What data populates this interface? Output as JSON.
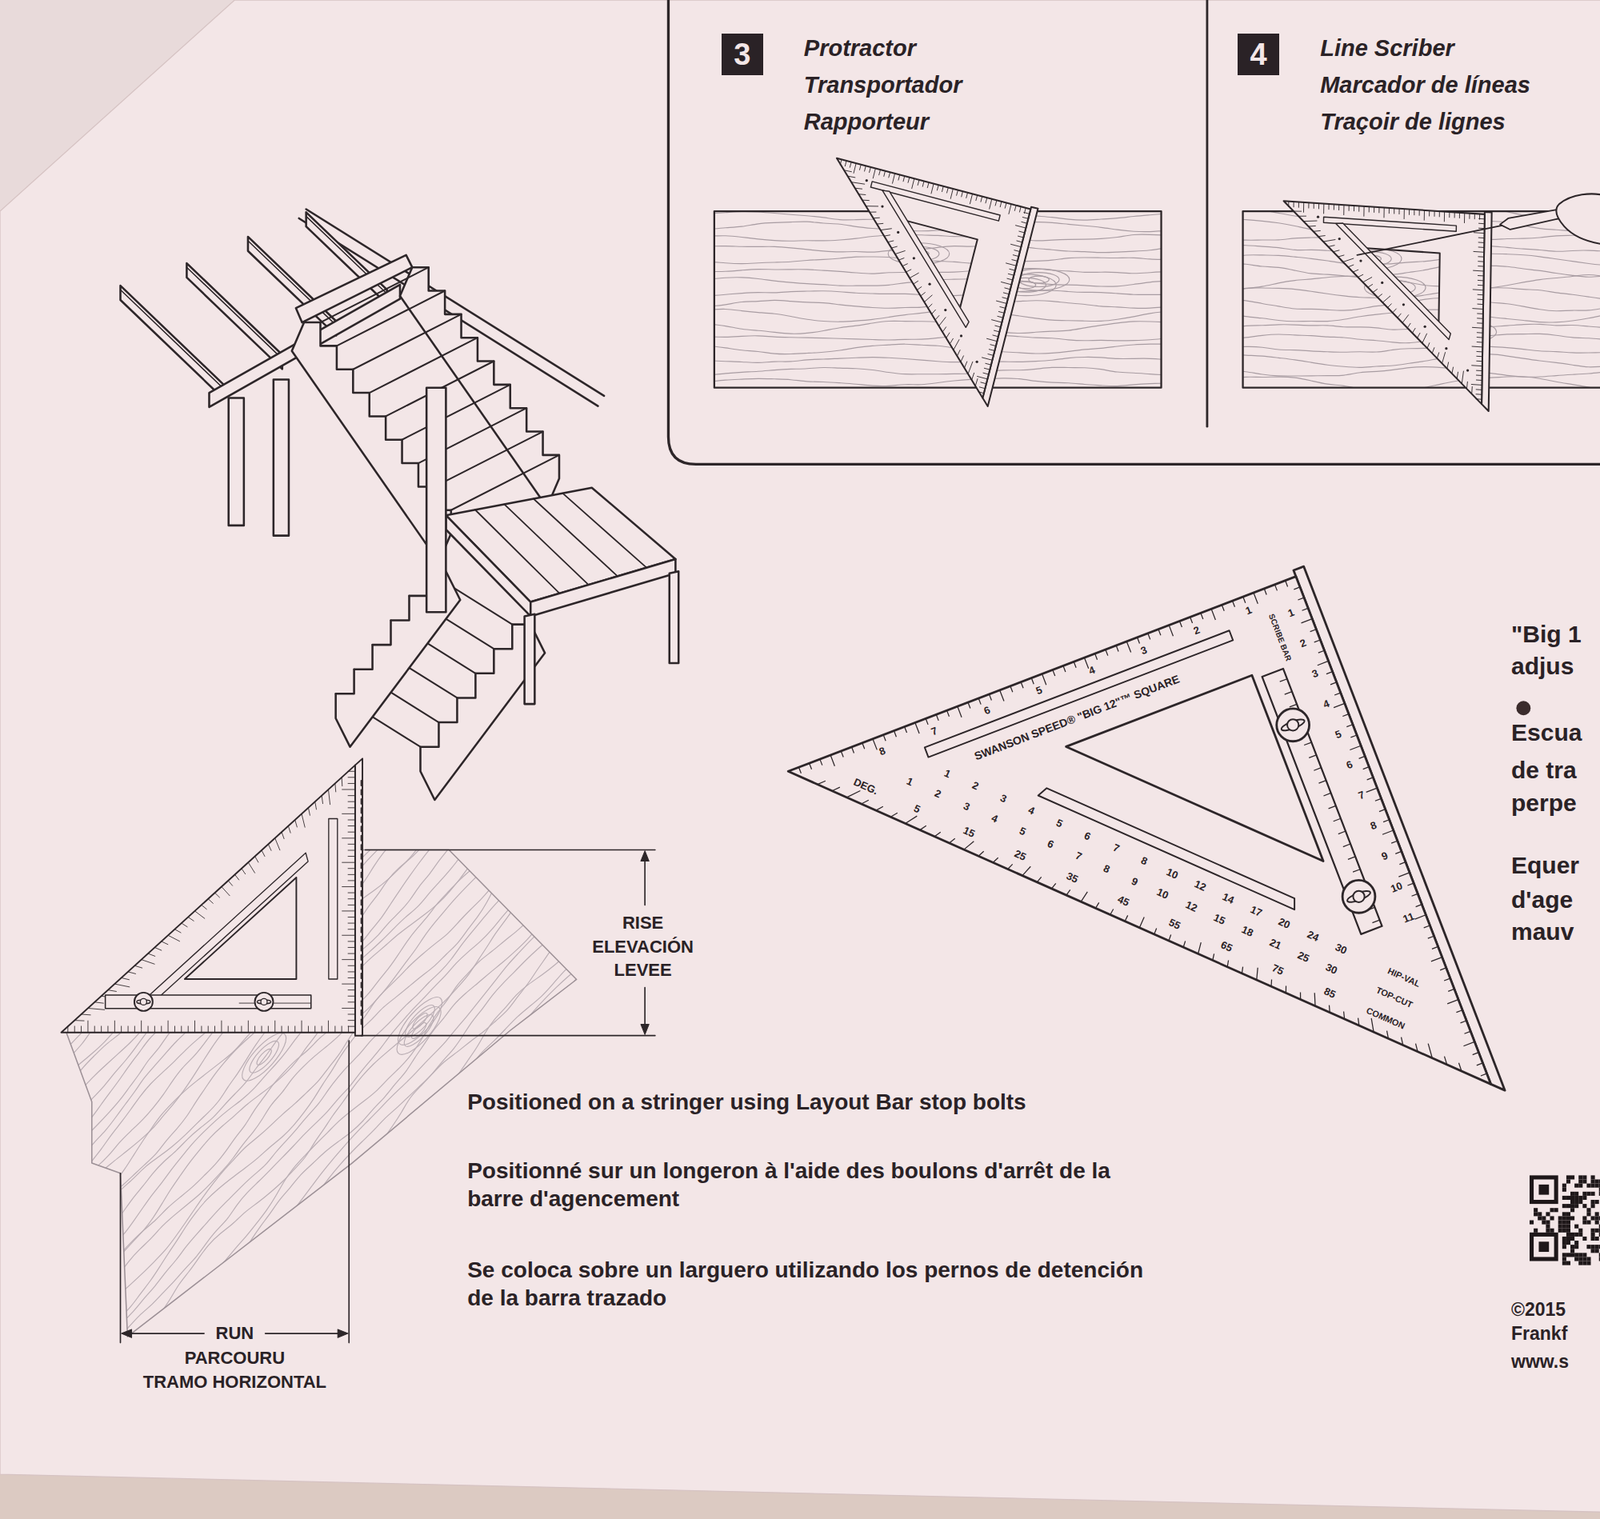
{
  "diagram": {
    "nodes": [
      {
        "text": [
          "3",
          "Protractor",
          "Transportador",
          "Rapporteur"
        ]
      },
      {
        "text": [
          "4",
          "Line Scriber",
          "Marcador de líneas",
          "Traçoir de lignes"
        ]
      }
    ],
    "labels": [
      "\"Big 1",
      "adjus",
      "Escua",
      "de tra",
      "perpe",
      "Equer",
      "d'age",
      "mauv",
      "©2015",
      "Frankf",
      "www.s",
      "RISE",
      "ELEVACIÓN",
      "LEVEE",
      "RUN",
      "PARCOURU",
      "TRAMO HORIZONTAL",
      "Positioned on a stringer using Layout Bar stop bolts",
      "Positionné sur un longeron à l'aide des boulons d'arrêt de la barre d'agencement",
      "Se coloca sobre un larguero utilizando los pernos de detención de la barra trazado",
      "SWANSON SPEED® \"BIG 12\"™ SQUARE",
      "SCRIBE BAR",
      "1",
      "2",
      "3",
      "4",
      "5",
      "6",
      "7",
      "8",
      "1",
      "2",
      "3",
      "4",
      "5",
      "6",
      "7",
      "8",
      "9",
      "10",
      "11",
      "DEG.",
      "5",
      "15",
      "25",
      "35",
      "45",
      "55",
      "65",
      "75",
      "85",
      "1",
      "2",
      "3",
      "4",
      "5",
      "6",
      "7",
      "8",
      "9",
      "10",
      "12",
      "15",
      "18",
      "21",
      "25",
      "30",
      "1",
      "2",
      "3",
      "4",
      "5",
      "6",
      "7",
      "8",
      "10",
      "12",
      "14",
      "17",
      "20",
      "24",
      "30",
      "COMMON",
      "TOP-CUT",
      "HIP-VAL"
    ]
  }
}
